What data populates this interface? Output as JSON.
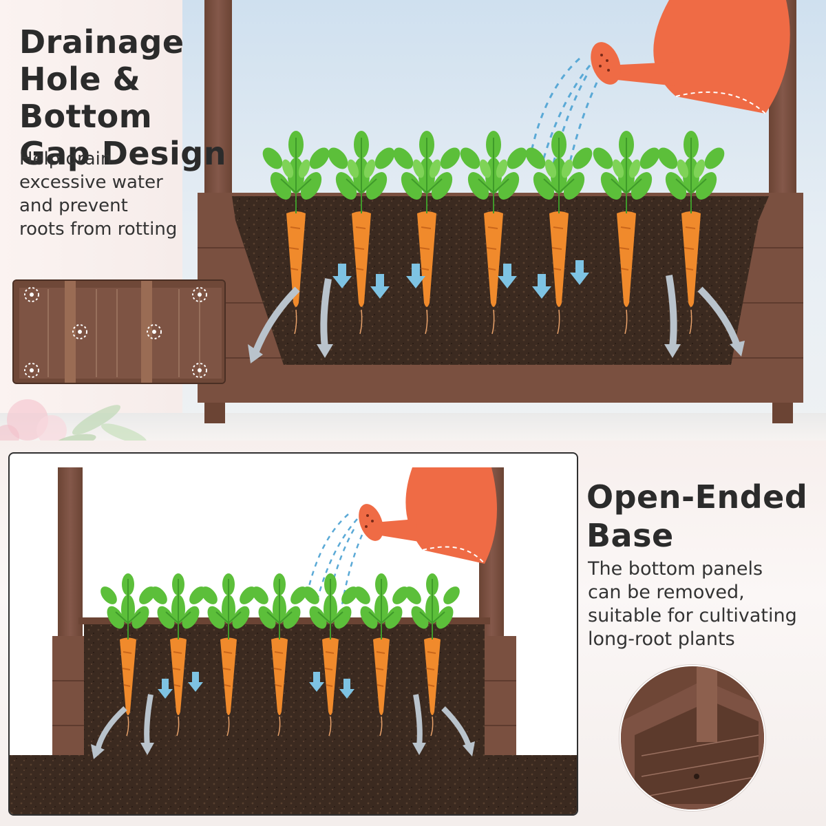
{
  "top": {
    "heading_lines": [
      "Drainage",
      "Hole & Bottom",
      "Gap Design"
    ],
    "description_lines": [
      "Help drain",
      "excessive water",
      "and prevent",
      "roots from rotting"
    ]
  },
  "bottom": {
    "heading_lines": [
      "Open-Ended",
      "Base"
    ],
    "description_lines": [
      "The bottom panels",
      "can be removed,",
      "suitable for cultivating",
      "long-root plants"
    ]
  },
  "colors": {
    "wood": "#7a5040",
    "wood_dark": "#5e3b2e",
    "soil": "#3a2a20",
    "carrot": "#f08a2c",
    "leaf": "#5cbf3a",
    "watering_can": "#ef6b45",
    "water": "#5aa9d6",
    "arrow_blue": "#7ec3e3",
    "arrow_gray": "#b9c3cc"
  },
  "icons": {
    "plant": "carrot-icon",
    "can": "watering-can-icon",
    "flow": "drainage-arrow-icon"
  }
}
